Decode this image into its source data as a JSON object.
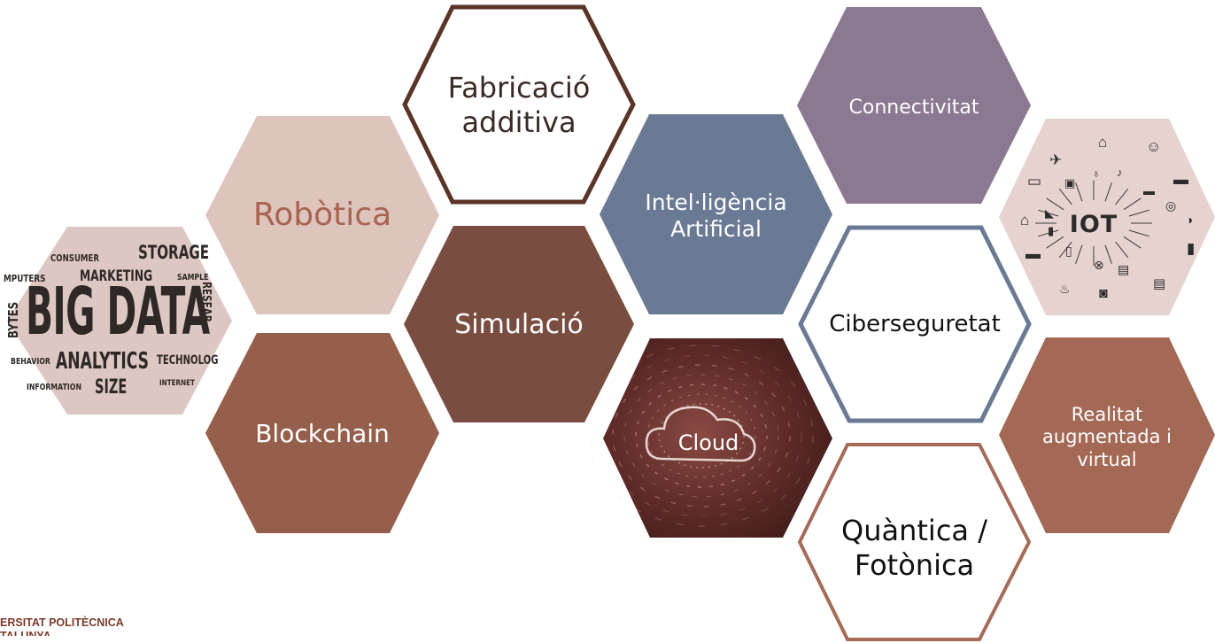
{
  "colors": {
    "robotica": "#ddc4bc",
    "robotica_text": "#a86450",
    "blockchain": "#955f4b",
    "simulacio": "#7a4d41",
    "ia": "#6a7a94",
    "connectivitat": "#8b7891",
    "fabricacio_stroke": "#5a3427",
    "ciber_stroke": "#6a7a94",
    "quantica_stroke": "#a56b58",
    "realitat": "#a36954",
    "bigdata_bg": "#ddc7c3",
    "iot_bg": "#e6d2cf",
    "cloud_bg": "#5e2b28",
    "dark_text": "#222222",
    "light_text": "#ffffff"
  },
  "diagram": {
    "hexagons": [
      {
        "id": "bigdata",
        "kind": "image",
        "icon": "big-data-word-cloud"
      },
      {
        "id": "robotica",
        "label": "Robòtica"
      },
      {
        "id": "blockchain",
        "label": "Blockchain"
      },
      {
        "id": "fabricacio",
        "label": "Fabricació\nadditiva"
      },
      {
        "id": "simulacio",
        "label": "Simulació"
      },
      {
        "id": "ia",
        "label": "Intel·ligència\nArtificial"
      },
      {
        "id": "cloud",
        "label": "Cloud"
      },
      {
        "id": "connectivitat",
        "label": "Connectivitat"
      },
      {
        "id": "ciberseguretat",
        "label": "Ciberseguretat"
      },
      {
        "id": "quantica",
        "label": "Quàntica /\nFotònica"
      },
      {
        "id": "iot",
        "kind": "image",
        "icon": "iot-network"
      },
      {
        "id": "realitat",
        "label": "Realitat\naugmentada i\nvirtual"
      }
    ]
  },
  "bigdata_words": {
    "main": "BIG DATA",
    "consumer": "CONSUMER",
    "storage": "STORAGE",
    "computers": "MPUTERS",
    "marketing": "MARKETING",
    "sample": "SAMPLE",
    "bytes": "BYTES",
    "research": "RESEAR",
    "behavior": "BEHAVIOR",
    "analytics": "ANALYTICS",
    "technology": "TECHNOLOG",
    "information": "INFORMATION",
    "size": "SIZE",
    "internet": "INTERNET"
  },
  "iot": {
    "center_label": "IOT",
    "icons": [
      "satellite-icon",
      "store-icon",
      "bulb-icon",
      "mic-icon",
      "vr-headset-icon",
      "laptop-icon",
      "chip-icon",
      "router-icon",
      "printer-icon",
      "house-icon",
      "cctv-icon",
      "globe-icon",
      "car-icon",
      "battery-icon",
      "tv-icon",
      "phone-icon",
      "gamepad-icon",
      "microwave-icon",
      "fridge-icon",
      "coffee-icon",
      "washer-icon",
      "oven-icon"
    ]
  },
  "footer": {
    "line1": "ERSITAT POLITÈCNICA",
    "line2": "TALUNYA"
  }
}
